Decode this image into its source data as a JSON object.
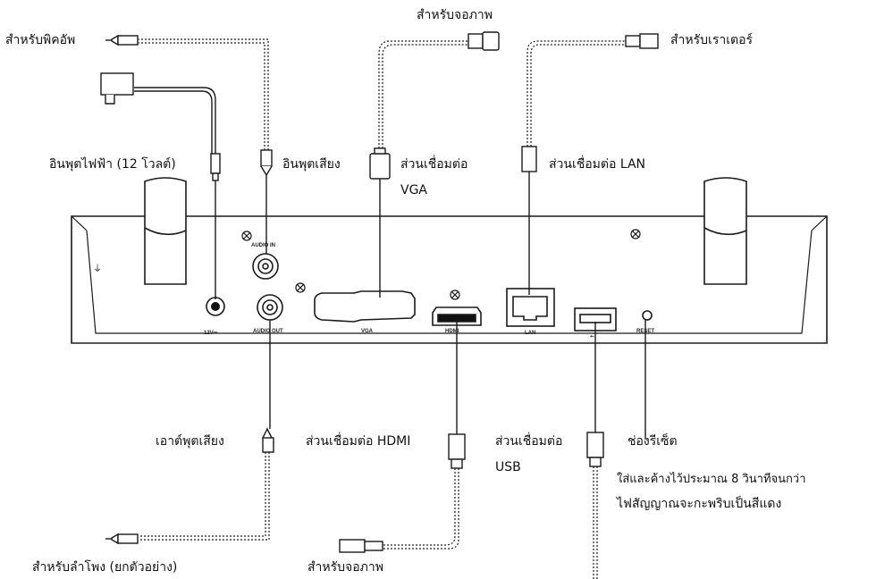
{
  "labels": {
    "for_pickup": "สำหรับพิคอัพ",
    "for_monitor_top": "สำหรับจอภาพ",
    "for_router": "สำหรับเราเตอร์",
    "power_input": "อินพุตไฟฟ้า (12 โวลต์)",
    "audio_input": "อินพุตเสียง",
    "vga_connector_line1": "ส่วนเชื่อมต่อ",
    "vga_connector_line2": "VGA",
    "lan_connector": "ส่วนเชื่อมต่อ LAN",
    "audio_output": "เอาต์พุตเสียง",
    "hdmi_connector": "ส่วนเชื่อมต่อ HDMI",
    "usb_connector_line1": "ส่วนเชื่อมต่อ",
    "usb_connector_line2": "USB",
    "reset_port": "ช่องรีเซ็ต",
    "reset_note_line1": "ใส่และค้างไว้ประมาณ 8 วินาทีจนกว่า",
    "reset_note_line2": "ไฟสัญญาณจะกะพริบเป็นสีแดง",
    "for_speaker": "สำหรับลำโพง (ยกตัวอย่าง)",
    "for_monitor_bottom": "สำหรับจอภาพ"
  },
  "panel_labels": {
    "power": "12V⎓",
    "audio_in": "AUDIO IN",
    "audio_out": "AUDIO OUT",
    "vga": "VGA",
    "hdmi": "HDMI",
    "lan": "LAN",
    "usb": "⭠",
    "reset": "RESET"
  },
  "colors": {
    "stroke": "#1a1a1a",
    "background": "#ffffff"
  }
}
